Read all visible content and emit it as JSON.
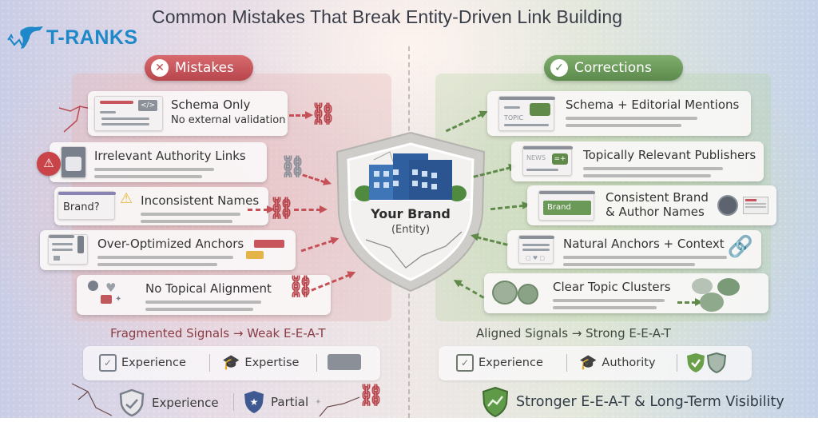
{
  "header": {
    "logo_text": "T-RANKS",
    "title": "Common Mistakes That Break Entity-Driven Link Building"
  },
  "colors": {
    "logo_blue": "#1f88c9",
    "mistake_red": "#c04a50",
    "correction_green": "#5b8a4c",
    "title_text": "#3a3d48"
  },
  "mistakes": {
    "pill_label": "Mistakes",
    "pill_icon": "x-circle-icon",
    "items": [
      {
        "label": "Schema Only",
        "sublabel": "No external validation",
        "icon": "code-document-icon",
        "link_icon": "broken-chain-icon"
      },
      {
        "label": "Irrelevant Authority Links",
        "icon": "warning-document-icon",
        "link_icon": "broken-chain-icon"
      },
      {
        "label": "Inconsistent Names",
        "badge": "Brand?",
        "icon": "warning-triangle-icon",
        "link_icon": "broken-chain-icon"
      },
      {
        "label": "Over-Optimized Anchors",
        "icon": "document-icon",
        "link_icon": "anchor-tag-icon"
      },
      {
        "label": "No Topical Alignment",
        "icon": "scattered-topics-icon",
        "link_icon": "broken-chain-icon"
      }
    ],
    "summary": "Fragmented Signals → Weak E-E-A-T",
    "eeat_row1": [
      {
        "label": "Experience",
        "icon": "clipboard-check-icon"
      },
      {
        "label": "Expertise",
        "icon": "graduation-cap-icon"
      },
      {
        "label": "",
        "icon": "book-badge-icon"
      }
    ],
    "eeat_row2": [
      {
        "label": "Experience",
        "icon": "shield-check-icon"
      },
      {
        "label": "Partial",
        "icon": "shield-star-icon"
      }
    ]
  },
  "center": {
    "title": "Your Brand",
    "subtitle": "(Entity)",
    "icon": "building-icon"
  },
  "corrections": {
    "pill_label": "Corrections",
    "pill_icon": "check-circle-icon",
    "items": [
      {
        "label": "Schema + Editorial Mentions",
        "thumb_text": "TOPIC",
        "icon": "topic-document-icon"
      },
      {
        "label": "Topically Relevant Publishers",
        "thumb_text": "NEWS",
        "icon": "news-document-icon"
      },
      {
        "label": "Consistent Brand",
        "label2": "& Author Names",
        "thumb_text": "Brand",
        "icon": "author-avatar-icon"
      },
      {
        "label": "Natural Anchors + Context",
        "icon": "chain-link-icon"
      },
      {
        "label": "Clear Topic Clusters",
        "icon": "topic-cluster-icon"
      }
    ],
    "summary": "Aligned Signals → Strong E-E-A-T",
    "eeat_row1": [
      {
        "label": "Experience",
        "icon": "clipboard-check-icon"
      },
      {
        "label": "Authority",
        "icon": "graduation-cap-icon"
      },
      {
        "label": "",
        "icon": "shield-pair-icon"
      }
    ],
    "eeat_row2": [
      {
        "label": "Stronger E-E-A-T & Long-Term Visibility",
        "icon": "shield-growth-icon"
      }
    ]
  }
}
